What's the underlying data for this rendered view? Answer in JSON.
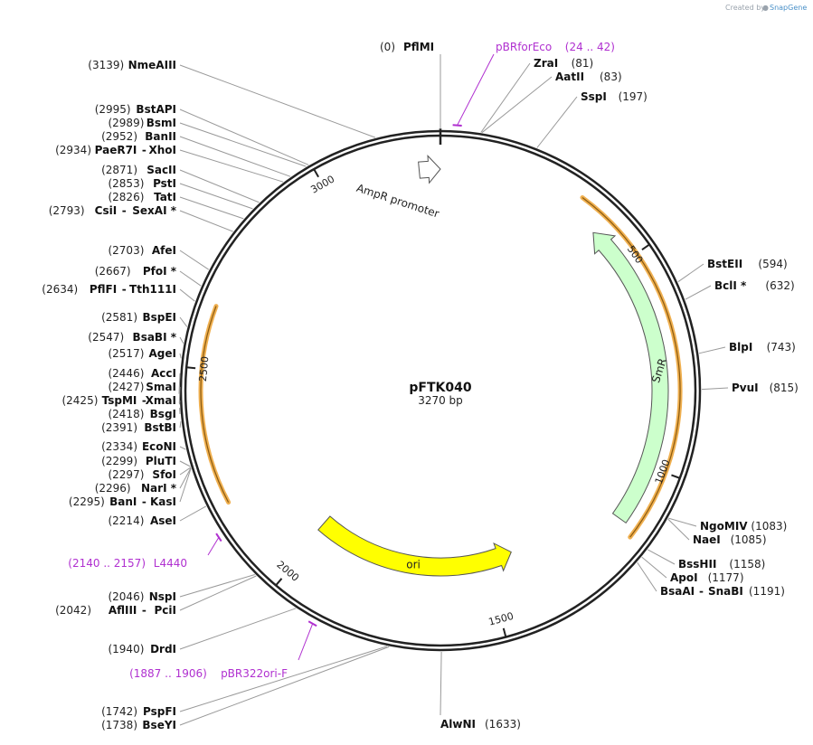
{
  "credit": {
    "prefix": "Created by",
    "brand": "SnapGene"
  },
  "plasmid": {
    "name": "pFTK040",
    "length_label": "3270 bp",
    "length": 3270
  },
  "features": [
    {
      "label": "AmpR promoter",
      "start": 3220,
      "end": 3270,
      "dir": 1,
      "type": "promoter"
    },
    {
      "label": "SmR",
      "start": 400,
      "end": 1140,
      "dir": -1,
      "type": "cds"
    },
    {
      "label": "ori",
      "start": 1420,
      "end": 2010,
      "dir": -1,
      "type": "ori"
    }
  ],
  "orange_arcs": [
    {
      "start": 330,
      "end": 1160
    },
    {
      "start": 2200,
      "end": 2640
    }
  ],
  "ticks": [
    "500",
    "1000",
    "1500",
    "2000",
    "2500",
    "3000"
  ],
  "left_labels": [
    {
      "num": "(3139)",
      "name": "NmeAIII",
      "bp": 3139
    },
    {
      "num": "(2995)",
      "name": "BstAPI",
      "bp": 2995
    },
    {
      "num": "(2989)",
      "name": "BsmI",
      "bp": 2989
    },
    {
      "num": "(2952)",
      "name": "BanII",
      "bp": 2952
    },
    {
      "num": "(2934)",
      "name": "PaeR7I",
      "name2": "XhoI",
      "bp": 2934
    },
    {
      "num": "(2871)",
      "name": "SacII",
      "bp": 2871
    },
    {
      "num": "(2853)",
      "name": "PstI",
      "bp": 2853
    },
    {
      "num": "(2826)",
      "name": "TatI",
      "bp": 2826
    },
    {
      "num": "(2793)",
      "name": "CsiI",
      "name2": "SexAI *",
      "bp": 2793
    },
    {
      "num": "(2703)",
      "name": "AfeI",
      "bp": 2703
    },
    {
      "num": "(2667)",
      "name": "PfoI *",
      "bp": 2667
    },
    {
      "num": "(2634)",
      "name": "PflFI",
      "name2": "Tth111I",
      "bp": 2634
    },
    {
      "num": "(2581)",
      "name": "BspEI",
      "bp": 2581
    },
    {
      "num": "(2547)",
      "name": "BsaBI *",
      "bp": 2547
    },
    {
      "num": "(2517)",
      "name": "AgeI",
      "bp": 2517
    },
    {
      "num": "(2446)",
      "name": "AccI",
      "bp": 2446
    },
    {
      "num": "(2427)",
      "name": "SmaI",
      "bp": 2427
    },
    {
      "num": "(2425)",
      "name": "TspMI",
      "name2": "XmaI",
      "bp": 2425
    },
    {
      "num": "(2418)",
      "name": "BsgI",
      "bp": 2418
    },
    {
      "num": "(2391)",
      "name": "BstBI",
      "bp": 2391
    },
    {
      "num": "(2334)",
      "name": "EcoNI",
      "bp": 2334
    },
    {
      "num": "(2299)",
      "name": "PluTI",
      "bp": 2299
    },
    {
      "num": "(2297)",
      "name": "SfoI",
      "bp": 2297
    },
    {
      "num": "(2296)",
      "name": "NarI *",
      "bp": 2296
    },
    {
      "num": "(2295)",
      "name": "BanI",
      "name2": "KasI",
      "bp": 2295
    },
    {
      "num": "(2214)",
      "name": "AseI",
      "bp": 2214
    },
    {
      "num": "(2046)",
      "name": "NspI",
      "bp": 2046
    },
    {
      "num": "(2042)",
      "name": "AflIII",
      "name2": "PciI",
      "bp": 2042
    },
    {
      "num": "(1940)",
      "name": "DrdI",
      "bp": 1940
    },
    {
      "num": "(1742)",
      "name": "PspFI",
      "bp": 1742
    },
    {
      "num": "(1738)",
      "name": "BseYI",
      "bp": 1738
    }
  ],
  "right_labels": [
    {
      "num": "(81)",
      "name": "ZraI",
      "bp": 81
    },
    {
      "num": "(83)",
      "name": "AatII",
      "bp": 83
    },
    {
      "num": "(197)",
      "name": "SspI",
      "bp": 197
    },
    {
      "num": "(594)",
      "name": "BstEII",
      "bp": 594
    },
    {
      "num": "(632)",
      "name": "BclI *",
      "bp": 632
    },
    {
      "num": "(743)",
      "name": "BlpI",
      "bp": 743
    },
    {
      "num": "(815)",
      "name": "PvuI",
      "bp": 815
    },
    {
      "num": "(1083)",
      "name": "NgoMIV",
      "bp": 1083
    },
    {
      "num": "(1085)",
      "name": "NaeI",
      "bp": 1085
    },
    {
      "num": "(1158)",
      "name": "BssHII",
      "bp": 1158
    },
    {
      "num": "(1177)",
      "name": "ApoI",
      "bp": 1177
    },
    {
      "num": "(1191)",
      "name": "BsaAI",
      "name2": "SnaBI",
      "bp": 1191
    },
    {
      "num": "(1633)",
      "name": "AlwNI",
      "bp": 1633
    }
  ],
  "top_label": {
    "num": "(0)",
    "name": "PflMI",
    "bp": 0
  },
  "primers": [
    {
      "name": "pBRforEco",
      "range": "(24 .. 42)",
      "bp": 33
    },
    {
      "name": "L4440",
      "range": "(2140 .. 2157)",
      "bp": 2148
    },
    {
      "name": "pBR322ori-F",
      "range": "(1887 .. 1906)",
      "bp": 1896
    }
  ],
  "colors": {
    "backbone": "#222222",
    "primer": "#b030d0",
    "ampr_fill": "#ffffff",
    "smr_fill": "#ccffcc",
    "ori_fill": "#ffff00",
    "orange": "#f0b050"
  }
}
